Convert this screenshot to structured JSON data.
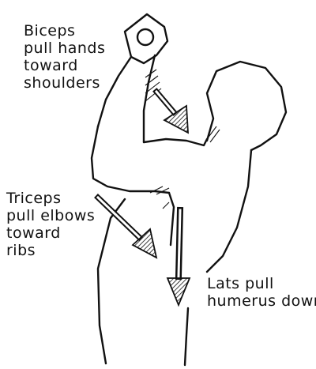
{
  "labels": {
    "biceps": [
      "Biceps",
      "pull hands",
      "toward",
      "shoulders"
    ],
    "triceps": [
      "Triceps",
      "pull elbows",
      "toward",
      "ribs"
    ],
    "lats": [
      "Lats pull",
      "humerus down"
    ]
  },
  "colors": {
    "ink": "#111111",
    "paper": "#ffffff"
  }
}
